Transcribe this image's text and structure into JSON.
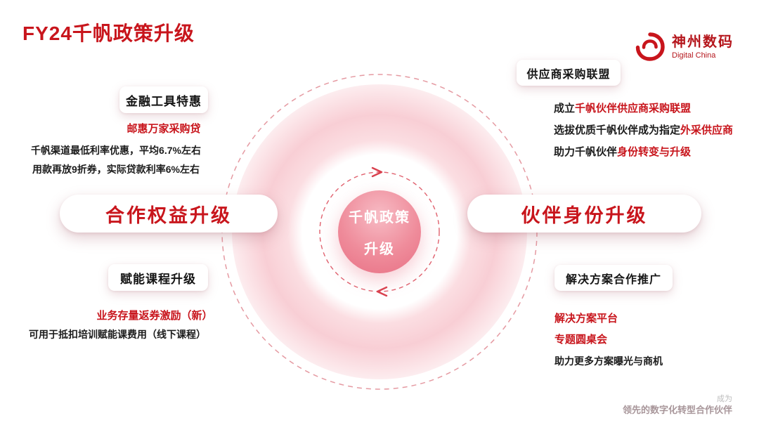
{
  "slide": {
    "title": "FY24千帆政策升级"
  },
  "logo": {
    "cn": "神州数码",
    "en": "Digital China"
  },
  "center": {
    "line1": "千帆政策",
    "line2": "升级"
  },
  "left_section": {
    "heading": "合作权益升级",
    "finance": {
      "card": "金融工具特惠",
      "highlight": "邮惠万家采购贷",
      "line1": "千帆渠道最低利率优惠，平均6.7%左右",
      "line2": "用款再放9折券，实际贷款利率6%左右"
    },
    "course": {
      "card": "赋能课程升级",
      "highlight": "业务存量返券激励（新）",
      "line1": "可用于抵扣培训赋能课费用（线下课程）"
    }
  },
  "right_section": {
    "heading": "伙伴身份升级",
    "alliance": {
      "card": "供应商采购联盟",
      "lines": [
        {
          "prefix": "成立",
          "highlight": "千帆伙伴供应商采购联盟",
          "suffix": ""
        },
        {
          "prefix": "选拔优质千帆伙伴成为指定",
          "highlight": "外采供应商",
          "suffix": ""
        },
        {
          "prefix": "助力千帆伙伴",
          "highlight": "身份转变与升级",
          "suffix": ""
        }
      ]
    },
    "solution": {
      "card": "解决方案合作推广",
      "highlight1": "解决方案平台",
      "highlight2": "专题圆桌会",
      "line1": "助力更多方案曝光与商机"
    }
  },
  "footer": {
    "line1": "成为",
    "line2": "领先的数字化转型合作伙伴"
  },
  "colors": {
    "accent_red": "#c8151c",
    "pink_circle": "#ee7d8d",
    "text_dark": "#1a1a1a"
  }
}
